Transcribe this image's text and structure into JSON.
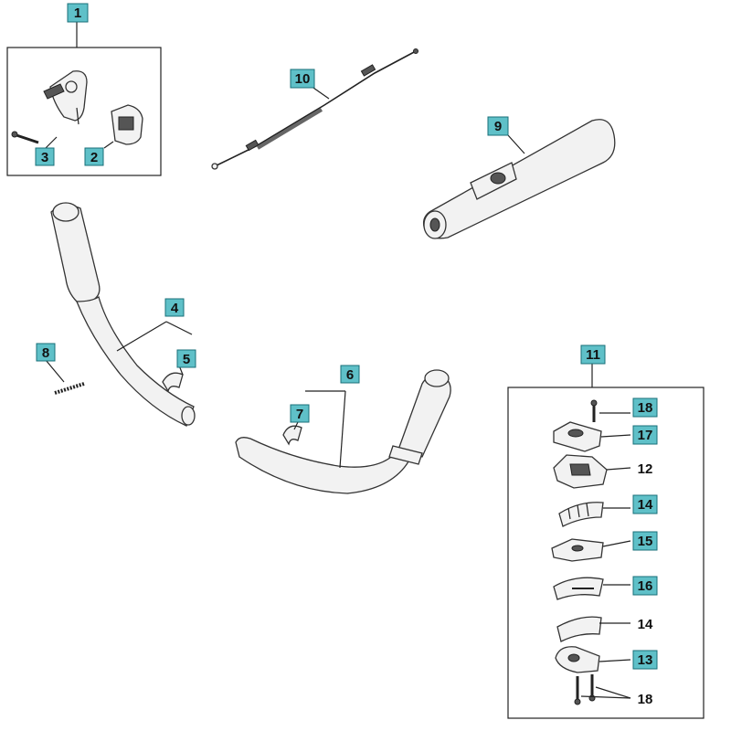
{
  "callouts": {
    "c1": "1",
    "c2": "2",
    "c3": "3",
    "c4": "4",
    "c5": "5",
    "c6": "6",
    "c7": "7",
    "c8": "8",
    "c9": "9",
    "c10": "10",
    "c11": "11",
    "c12": "12",
    "c13": "13",
    "c14a": "14",
    "c14b": "14",
    "c15": "15",
    "c16": "16",
    "c17": "17",
    "c18a": "18",
    "c18b": "18"
  },
  "colors": {
    "callout_fill": "#5fc0c8",
    "callout_border": "#1a6f78",
    "line": "#222222"
  }
}
